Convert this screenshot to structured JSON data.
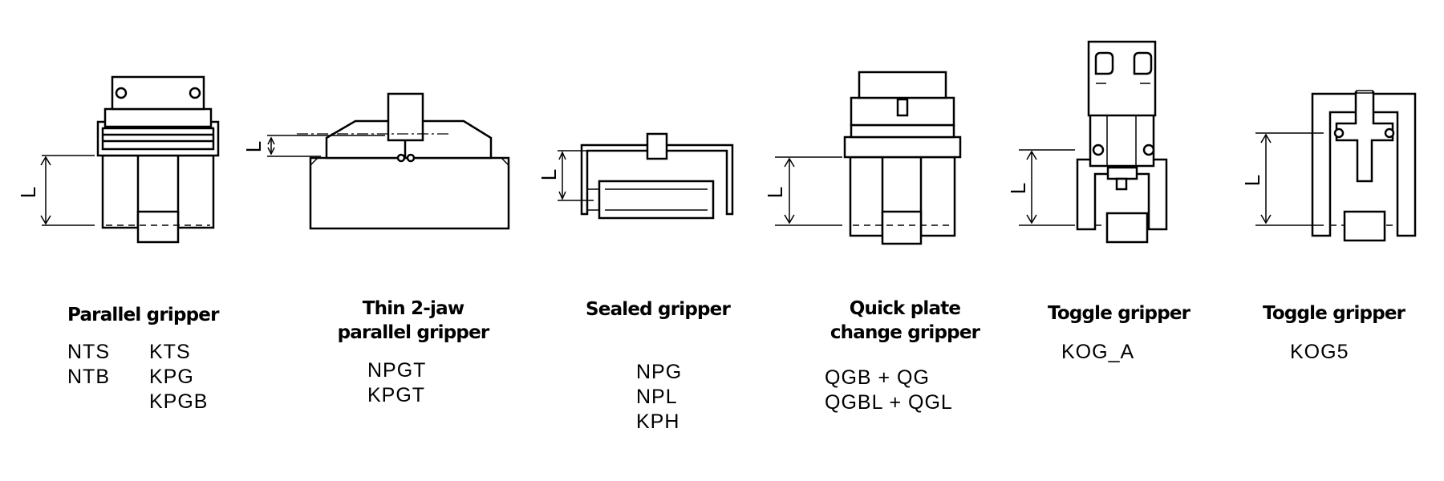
{
  "groups": [
    {
      "title_lines": [
        "Parallel gripper"
      ],
      "codes_left": [
        "NTS",
        "NTB"
      ],
      "codes_right": [
        "KTS",
        "KPG",
        "KPGB"
      ]
    },
    {
      "title_lines": [
        "Thin 2-jaw",
        "parallel gripper"
      ],
      "codes": [
        "NPGT",
        "KPGT"
      ]
    },
    {
      "title_lines": [
        "Sealed gripper"
      ],
      "codes": [
        "NPG",
        "NPL",
        "KPH"
      ]
    },
    {
      "title_lines": [
        "Quick plate",
        "change gripper"
      ],
      "codes": [
        "QGB + QG",
        "QGBL + QGL"
      ]
    },
    {
      "title_lines": [
        "Toggle gripper"
      ],
      "codes": [
        "KOG_A"
      ]
    },
    {
      "title_lines": [
        "Toggle gripper"
      ],
      "codes": [
        "KOG5"
      ]
    }
  ],
  "dimension_label": "L"
}
